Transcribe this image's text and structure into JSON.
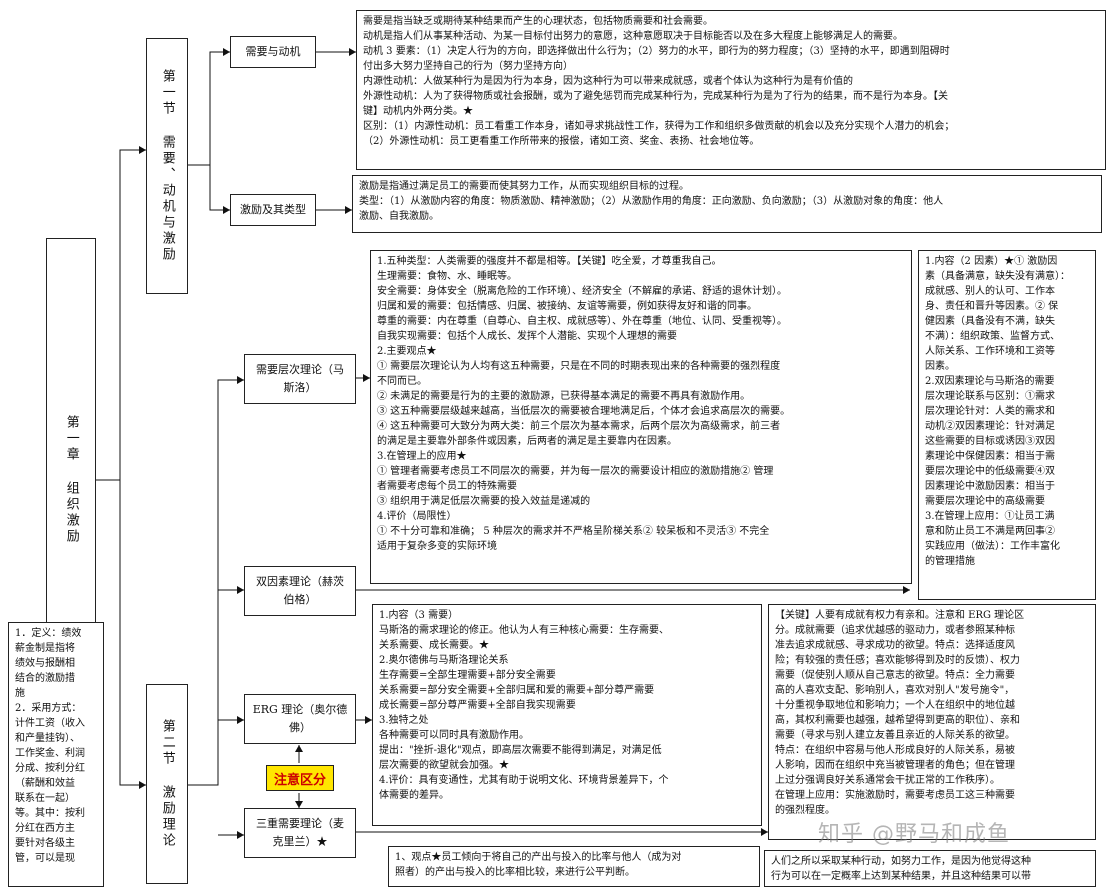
{
  "chapter": {
    "label": "第一章 组织激励"
  },
  "section1": {
    "label": "第一节 需要、动机与激励"
  },
  "section2": {
    "label": "第二节 激励理论"
  },
  "nodes": {
    "need_motive": "需要与动机",
    "incentive_types": "激励及其类型",
    "maslow": "需要层次理论（马斯洛）",
    "herzberg": "双因素理论（赫茨伯格）",
    "erg": "ERG 理论（奥尔德佛）",
    "attention": "注意区分",
    "mcclelland": "三重需要理论（麦克里兰）★"
  },
  "blocks": {
    "need_motive": [
      "需要是指当缺乏或期待某种结果而产生的心理状态，包括物质需要和社会需要。",
      "动机是指人们从事某种活动、为某一目标付出努力的意愿，这种意愿取决于目标能否以及在多大程度上能够满足人的需要。",
      "动机 3 要素：（1）决定人行为的方向，即选择做出什么行为；（2）努力的水平，即行为的努力程度；（3）坚持的水平，即遇到阻碍时",
      "付出多大努力坚持自己的行为（努力坚持方向）",
      "内源性动机：人做某种行为是因为行为本身，因为这种行为可以带来成就感，或者个体认为这种行为是有价值的",
      "外源性动机：人为了获得物质或社会报酬，或为了避免惩罚而完成某种行为，完成某种行为是为了行为的结果，而不是行为本身。【关",
      "键】动机内外两分类。★",
      "区别：（1）内源性动机：员工看重工作本身，诸如寻求挑战性工作，获得为工作和组织多做贡献的机会以及充分实现个人潜力的机会；",
      "（2）外源性动机：员工更看重工作所带来的报偿，诸如工资、奖金、表扬、社会地位等。"
    ],
    "incentive_types": [
      "激励是指通过满足员工的需要而使其努力工作，从而实现组织目标的过程。",
      "类型：（1）从激励内容的角度：物质激励、精神激励；（2）从激励作用的角度：正向激励、负向激励；（3）从激励对象的角度：他人",
      "激励、自我激励。"
    ],
    "maslow": [
      "1.五种类型：人类需要的强度并不都是相等。【关键】吃全爱，才尊重我自己。",
      "生理需要：食物、水、睡眠等。",
      "安全需要：身体安全（脱离危险的工作环境）、经济安全（不解雇的承诺、舒适的退休计划）。",
      "归属和爱的需要：包括情感、归属、被接纳、友谊等需要，例如获得友好和谐的同事。",
      "尊重的需要：内在尊重（自尊心、自主权、成就感等）、外在尊重（地位、认同、受重视等）。",
      "自我实现需要：包括个人成长、发挥个人潜能、实现个人理想的需要",
      "2.主要观点★",
      "① 需要层次理论认为人均有这五种需要，只是在不同的时期表现出来的各种需要的强烈程度",
      "不同而已。",
      "② 未满足的需要是行为的主要的激励源，已获得基本满足的需要不再具有激励作用。",
      "③ 这五种需要层级越来越高，当低层次的需要被合理地满足后，个体才会追求高层次的需要。",
      "④ 这五种需要可大致分为两大类：前三个层次为基本需求，后两个层次为高级需求，前三者",
      "的满足是主要靠外部条件或因素，后两者的满足是主要靠内在因素。",
      "3.在管理上的应用★",
      "① 管理者需要考虑员工不同层次的需要，并为每一层次的需要设计相应的激励措施② 管理",
      "者需要考虑每个员工的特殊需要",
      "③ 组织用于满足低层次需要的投入效益是递减的",
      "4.评价（局限性）",
      "① 不十分可靠和准确； 5 种层次的需求并不严格呈阶梯关系② 较呆板和不灵活③ 不完全",
      "适用于复杂多变的实际环境"
    ],
    "herzberg": [
      "1.内容（2 因素）★① 激励因",
      "素（具备满意，缺失没有满意）：",
      "成就感、别人的认可、工作本",
      "身、责任和晋升等因素。② 保",
      "健因素（具备没有不满，缺失",
      "不满）：组织政策、监督方式、",
      "人际关系、工作环境和工资等",
      "因素。",
      "2.双因素理论与马斯洛的需要",
      "层次理论联系与区别：①需求",
      "层次理论针对：人类的需求和",
      "动机②双因素理论：针对满足",
      "这些需要的目标或诱因③双因",
      "素理论中保健因素：相当于需",
      "要层次理论中的低级需要④双",
      "因素理论中激励因素：相当于",
      "需要层次理论中的高级需要",
      "3.在管理上应用：①让员工满",
      "意和防止员工不满是两回事②",
      "实践应用（做法）：工作丰富化",
      "的管理措施"
    ],
    "erg": [
      "1.内容（3 需要）",
      "马斯洛的需求理论的修正。他认为人有三种核心需要：生存需要、",
      "关系需要、成长需要。★",
      "2.奥尔德佛与马斯洛理论关系",
      "生存需要=全部生理需要+部分安全需要",
      "关系需要=部分安全需要+全部归属和爱的需要+部分尊严需要",
      "成长需要=部分尊严需要+全部自我实现需要",
      "3.独特之处",
      "各种需要可以同时具有激励作用。",
      "提出：\"挫折-退化\"观点，即高层次需要不能得到满足，对满足低",
      "层次需要的欲望就会加强。★",
      "4.评价：具有变通性，尤其有助于说明文化、环境背景差异下，个",
      "体需要的差异。"
    ],
    "mcclelland": [
      "【关键】人要有成就有权力有亲和。注意和 ERG 理论区",
      "分。成就需要（追求优越感的驱动力，或者参照某种标",
      "准去追求成就感、寻求成功的欲望。特点：选择适度风",
      "险；有较强的责任感；喜欢能够得到及时的反馈）、权力",
      "需要（促使别人顺从自己意志的欲望。特点：全力需要",
      "高的人喜欢支配、影响别人，喜欢对别人\"发号施令\"，",
      "十分重视争取地位和影响力；一个人在组织中的地位越",
      "高，其权利需要也越强，越希望得到更高的职位）、亲和",
      "需要（寻求与别人建立友善且亲近的人际关系的欲望。",
      "特点：在组织中容易与他人形成良好的人际关系，易被",
      "人影响，因而在组织中充当被管理者的角色；但在管理",
      "上过分强调良好关系通常会干扰正常的工作秩序）。",
      "在管理上应用：实施激励时，需要考虑员工这三种需要",
      "的强烈程度。"
    ],
    "equity_partial": [
      "1、观点★员工倾向于将自己的产出与投入的比率与他人（成为对",
      "照者）的产出与投入的比率相比较，来进行公平判断。"
    ],
    "expectancy_partial": [
      "人们之所以采取某种行动，如努力工作，是因为他觉得这种",
      "行为可以在一定概率上达到某种结果，并且这种结果可以带"
    ],
    "compensation_partial": [
      "1．定义：绩效",
      "薪金制是指将",
      "绩效与报酬相",
      "结合的激励措",
      "施",
      "2．采用方式：",
      "计件工资（收入",
      "和产量挂钩）、",
      "工作奖金、利润",
      "分成、按利分红",
      "（薪酬和效益",
      "联系在一起）",
      "等。其中：按利",
      "分红在西方主",
      "要针对各级主",
      "管，可以是现"
    ]
  },
  "watermark": "知乎 @野马和成鱼",
  "colors": {
    "border": "#222222",
    "highlight": "#ffe600",
    "red": "#cc0000",
    "blue": "#1a1aa6"
  }
}
